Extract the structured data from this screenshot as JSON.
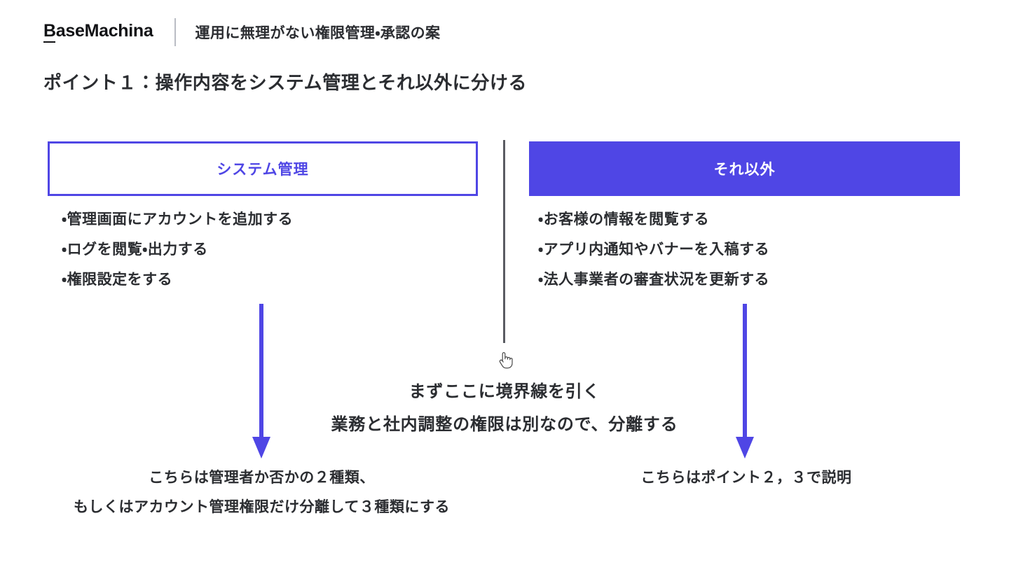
{
  "header": {
    "logo_prefix": "B",
    "logo_rest": "aseMachina",
    "deck_title": "運用に無理がない権限管理・承認の案",
    "divider": "vertical-divider"
  },
  "heading": "ポイント１：操作内容をシステム管理とそれ以外に分ける",
  "columns": {
    "left": {
      "box_label": "システム管理",
      "bullets": [
        "・管理画面にアカウントを追加する",
        "・ログを閲覧・出力する",
        "・権限設定をする"
      ],
      "caption_lines": [
        "こちらは管理者か否かの２種類、",
        "もしくはアカウント管理権限だけ分離して３種類にする"
      ]
    },
    "right": {
      "box_label": "それ以外",
      "bullets": [
        "・お客様の情報を閲覧する",
        "・アプリ内通知やバナーを入稿する",
        "・法人事業者の審査状況を更新する"
      ],
      "caption_lines": [
        "こちらはポイント２，３で説明"
      ]
    }
  },
  "center_note": {
    "line1": "まずここに境界線を引く",
    "line2": "業務と社内調整の権限は別なので、分離する"
  },
  "colors": {
    "accent": "#4F46E5",
    "text": "#2B2D31",
    "divider": "#5A5C62",
    "brand_divider": "#B9BCC4",
    "background": "#FFFFFF"
  }
}
